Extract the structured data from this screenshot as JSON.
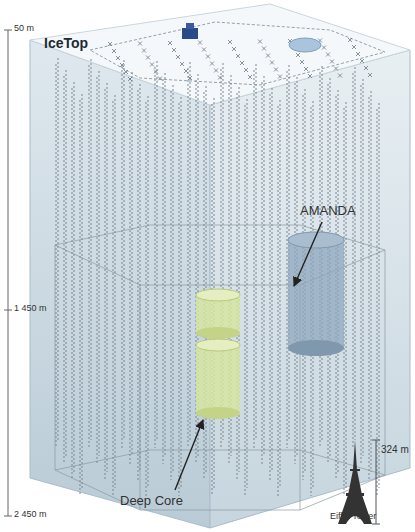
{
  "diagram": {
    "labels": [
      "50 m",
      "IceTop",
      "1 450 m",
      "AMANDA",
      "2 450 m",
      "Deep Core",
      "324 m",
      "Eiffel Tower"
    ]
  }
}
